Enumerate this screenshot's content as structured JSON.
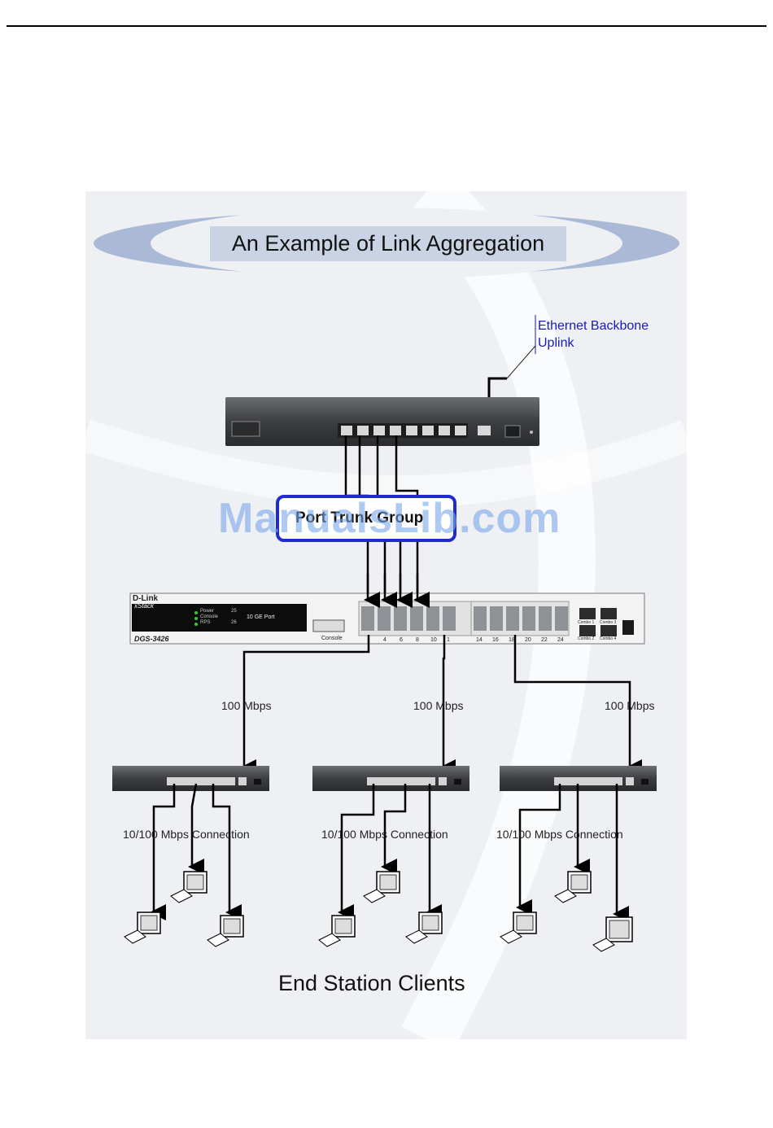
{
  "diagram": {
    "title": "An Example of Link Aggregation",
    "uplink_label_line1": "Ethernet Backbone",
    "uplink_label_line2": "Uplink",
    "trunk_label": "Port Trunk Group",
    "main_switch": {
      "brand": "D-Link",
      "series": "xStack",
      "model": "DGS-3426",
      "led_power": "Power",
      "led_console": "Console",
      "led_rps": "RPS",
      "port_25": "25",
      "port_26": "26",
      "ge_label": "10 GE Port",
      "console_label": "Console",
      "port_numbers": [
        "4",
        "6",
        "8",
        "10",
        "1",
        "14",
        "16",
        "18",
        "20",
        "22",
        "24"
      ],
      "combo_labels": [
        "Combo 1",
        "Combo 3",
        "Combo 2",
        "Combo 4"
      ]
    },
    "link_speeds": [
      "100 Mbps",
      "100 Mbps",
      "100 Mbps"
    ],
    "connection_labels": [
      "10/100 Mbps Connection",
      "10/100 Mbps Connection",
      "10/100 Mbps Connection"
    ],
    "footer": "End Station Clients",
    "watermark": "ManualsLib.com"
  }
}
